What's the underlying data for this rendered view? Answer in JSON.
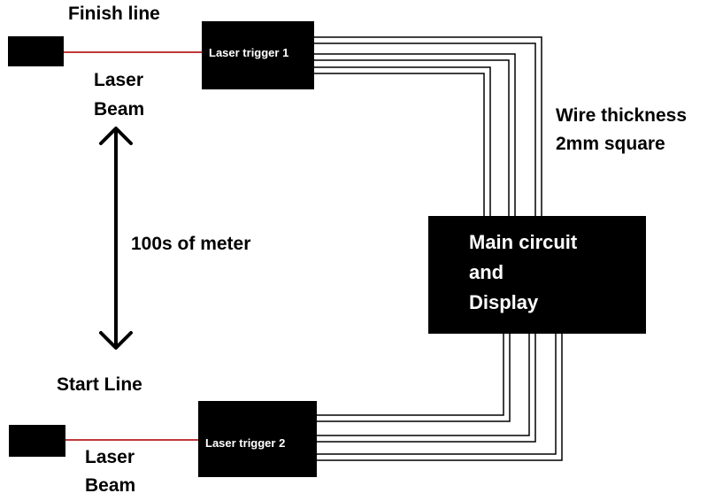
{
  "labels": {
    "finish_line": "Finish line",
    "laser_beam_top_1": "Laser",
    "laser_beam_top_2": "Beam",
    "distance": "100s of meter",
    "start_line": "Start Line",
    "laser_beam_bottom_1": "Laser",
    "laser_beam_bottom_2": "Beam",
    "wire_1": "Wire thickness",
    "wire_2": "2mm square"
  },
  "boxes": {
    "trigger1": "Laser trigger 1",
    "trigger2": "Laser trigger 2",
    "main_1": "Main circuit",
    "main_2": "and",
    "main_3": "Display"
  },
  "colors": {
    "beam": "#c0393b",
    "box": "#000000",
    "wire": "#000000",
    "background": "#ffffff"
  },
  "icons": {
    "distance": "double-headed-arrow-icon"
  }
}
